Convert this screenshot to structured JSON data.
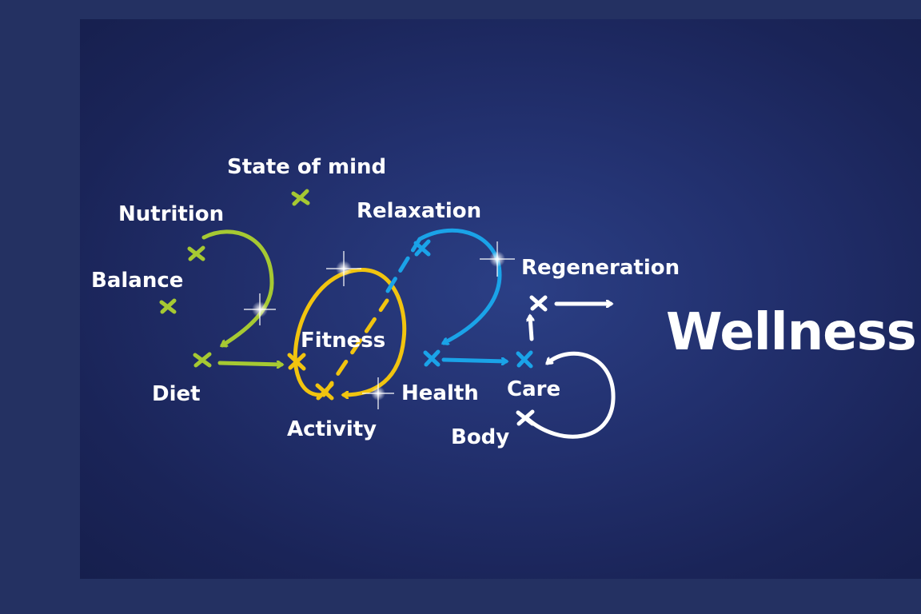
{
  "title": "Wellness",
  "labels": {
    "state_of_mind": "State of mind",
    "nutrition": "Nutrition",
    "relaxation": "Relaxation",
    "regeneration": "Regeneration",
    "balance": "Balance",
    "fitness": "Fitness",
    "diet": "Diet",
    "health": "Health",
    "care": "Care",
    "activity": "Activity",
    "body": "Body"
  },
  "colors": {
    "background": "#1c2860",
    "digit_2_first": "#a6c932",
    "digit_0": "#f1c40f",
    "digit_2_second": "#1aa3e8",
    "digit_5": "#ffffff"
  }
}
